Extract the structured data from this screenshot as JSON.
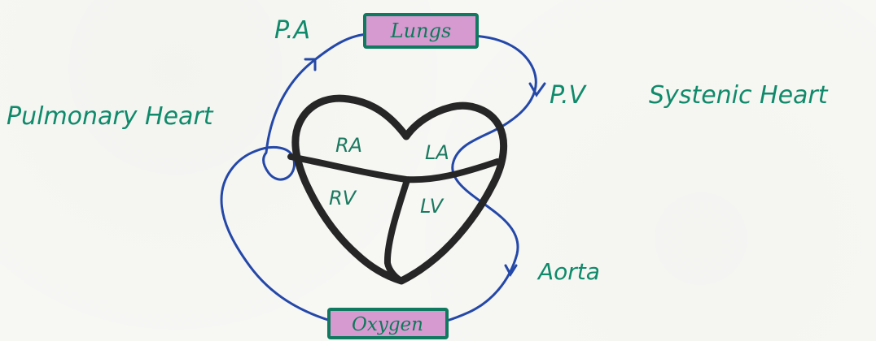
{
  "colors": {
    "paper": "#f7f7f4",
    "label_green": "#0f8a6a",
    "circulation_blue": "#2448a8",
    "heart_black": "#262626",
    "box_pink": "#d69ad0",
    "box_border": "#0f7a5f"
  },
  "labels": {
    "pulmonary_artery": "P.A",
    "lungs": "Lungs",
    "pulmonary_vein": "P.V",
    "systemic_heart": "Systenic Heart",
    "pulmonary_heart": "Pulmonary Heart",
    "right_atrium": "RA",
    "left_atrium": "LA",
    "right_ventricle": "RV",
    "left_ventricle": "LV",
    "aorta": "Aorta",
    "oxygen": "Oxygen"
  }
}
